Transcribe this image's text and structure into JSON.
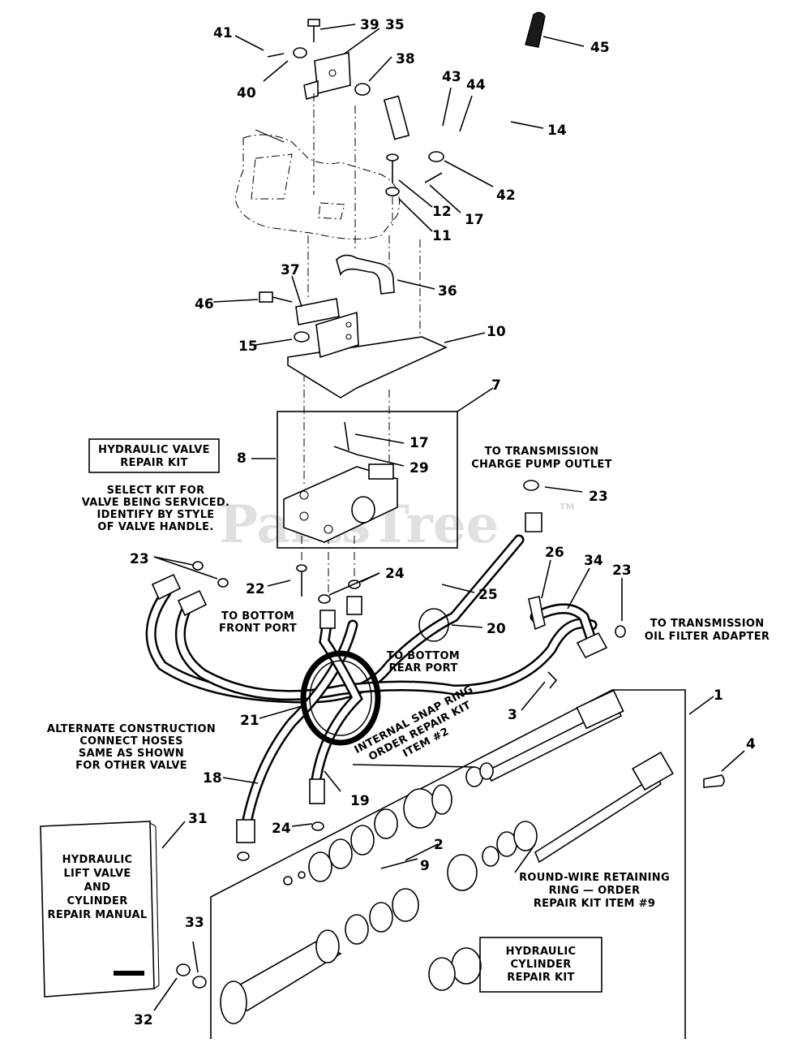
{
  "part_numbers": {
    "n1": "1",
    "n2": "2",
    "n3": "3",
    "n4": "4",
    "n7": "7",
    "n8": "8",
    "n9": "9",
    "n10": "10",
    "n11": "11",
    "n12": "12",
    "n14": "14",
    "n15": "15",
    "n17a": "17",
    "n17b": "17",
    "n18": "18",
    "n19": "19",
    "n20": "20",
    "n21": "21",
    "n22": "22",
    "n23a": "23",
    "n23b": "23",
    "n23c": "23",
    "n24a": "24",
    "n24b": "24",
    "n25": "25",
    "n26": "26",
    "n29": "29",
    "n31": "31",
    "n32": "32",
    "n33": "33",
    "n34": "34",
    "n35": "35",
    "n36": "36",
    "n37": "37",
    "n38": "38",
    "n39": "39",
    "n40": "40",
    "n41": "41",
    "n42": "42",
    "n43": "43",
    "n44": "44",
    "n45": "45",
    "n46": "46"
  },
  "labels": {
    "valve_kit": [
      "HYDRAULIC VALVE",
      "REPAIR KIT"
    ],
    "select_kit": [
      "SELECT KIT FOR",
      "VALVE BEING SERVICED.",
      "IDENTIFY BY STYLE",
      "OF VALVE HANDLE."
    ],
    "charge_pump": [
      "TO TRANSMISSION",
      "CHARGE PUMP OUTLET"
    ],
    "bottom_front": [
      "TO BOTTOM",
      "FRONT PORT"
    ],
    "bottom_rear": [
      "TO BOTTOM",
      "REAR PORT"
    ],
    "oil_filter": [
      "TO TRANSMISSION",
      "OIL FILTER ADAPTER"
    ],
    "alternate": [
      "ALTERNATE CONSTRUCTION",
      "CONNECT HOSES",
      "SAME AS SHOWN",
      "FOR OTHER VALVE"
    ],
    "snap_ring": [
      "INTERNAL SNAP RING",
      "ORDER REPAIR KIT",
      "ITEM #2"
    ],
    "round_wire": [
      "ROUND-WIRE RETAINING",
      "RING — ORDER",
      "REPAIR KIT ITEM #9"
    ],
    "manual": [
      "HYDRAULIC",
      "LIFT VALVE",
      "AND",
      "CYLINDER",
      "REPAIR MANUAL"
    ],
    "cylinder_kit": [
      "HYDRAULIC",
      "CYLINDER",
      "REPAIR KIT"
    ]
  },
  "watermark": {
    "text": "PartsTree",
    "tm": "TM"
  }
}
